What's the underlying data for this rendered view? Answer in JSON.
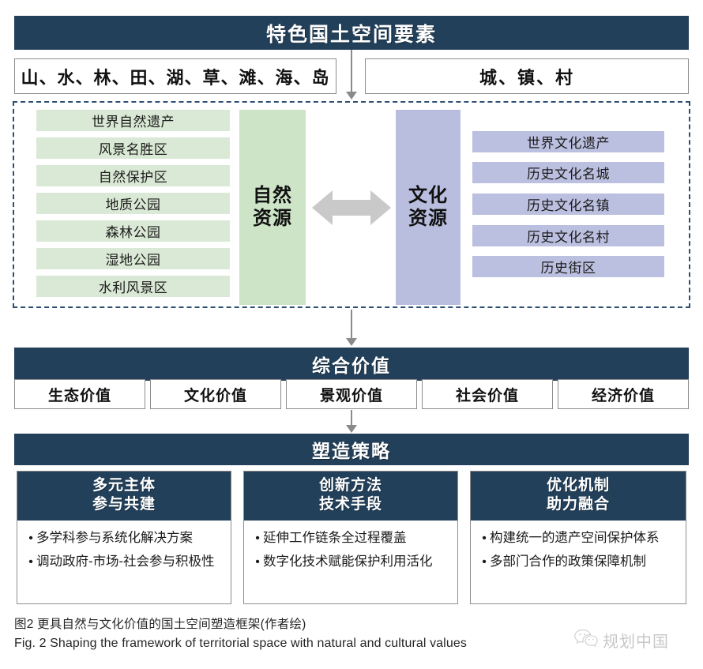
{
  "figure": {
    "title": "特色国土空间要素",
    "top_elements": [
      {
        "label": "山、水、林、田、湖、草、滩、海、岛"
      },
      {
        "label": "城、镇、村"
      }
    ],
    "resource_zone": {
      "natural": {
        "column_label": "自然\n资源",
        "column_line1": "自然",
        "column_line2": "资源",
        "items": [
          "世界自然遗产",
          "风景名胜区",
          "自然保护区",
          "地质公园",
          "森林公园",
          "湿地公园",
          "水利风景区"
        ]
      },
      "cultural": {
        "column_line1": "文化",
        "column_line2": "资源",
        "items": [
          "世界文化遗产",
          "历史文化名城",
          "历史文化名镇",
          "历史文化名村",
          "历史街区"
        ]
      },
      "exchange_arrow": "double-headed-arrow"
    },
    "value_section": {
      "title": "综合价值",
      "values": [
        "生态价值",
        "文化价值",
        "景观价值",
        "社会价值",
        "经济价值"
      ]
    },
    "strategy_section": {
      "title": "塑造策略",
      "cards": [
        {
          "head_line1": "多元主体",
          "head_line2": "参与共建",
          "bullets": [
            "多学科参与系统化解决方案",
            "调动政府-市场-社会参与积极性"
          ]
        },
        {
          "head_line1": "创新方法",
          "head_line2": "技术手段",
          "bullets": [
            "延伸工作链条全过程覆盖",
            "数字化技术赋能保护利用活化"
          ]
        },
        {
          "head_line1": "优化机制",
          "head_line2": "助力融合",
          "bullets": [
            "构建统一的遗产空间保护体系",
            "多部门合作的政策保障机制"
          ]
        }
      ]
    },
    "caption": {
      "cn": "图2 更具自然与文化价值的国土空间塑造框架(作者绘)",
      "en": "Fig. 2  Shaping the framework of territorial space with natural and cultural values"
    },
    "watermark": {
      "icon": "wechat-icon",
      "text": "规划中国"
    },
    "colors": {
      "navy": "#22405a",
      "green_chip": "#dae9d5",
      "green_column": "#cde4c7",
      "purple_chip": "#bbc0e0",
      "purple_column": "#b9bedf",
      "arrow_gray": "#c9c9c9",
      "border_gray": "#8d8d8d",
      "dashed_border": "#2e4f72"
    }
  }
}
